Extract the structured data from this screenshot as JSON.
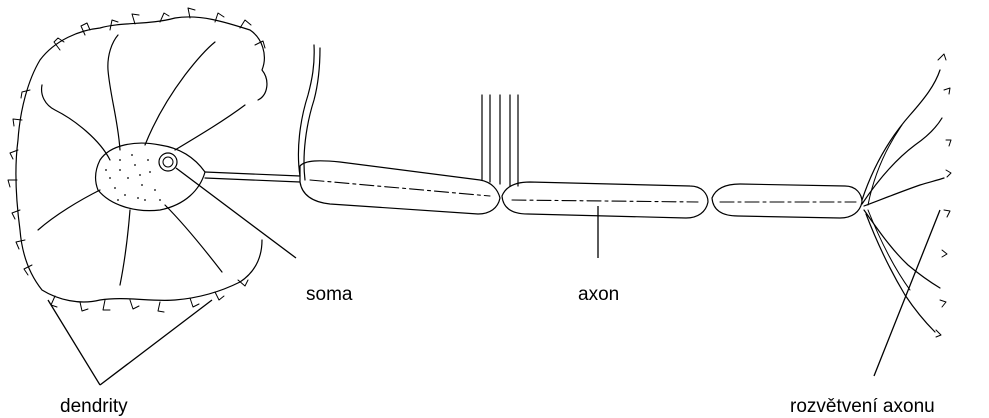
{
  "labels": {
    "soma": "soma",
    "axon": "axon",
    "dendrity": "dendrity",
    "branching": "rozvětvení axonu"
  },
  "colors": {
    "ink": "#000000",
    "background": "#ffffff"
  }
}
